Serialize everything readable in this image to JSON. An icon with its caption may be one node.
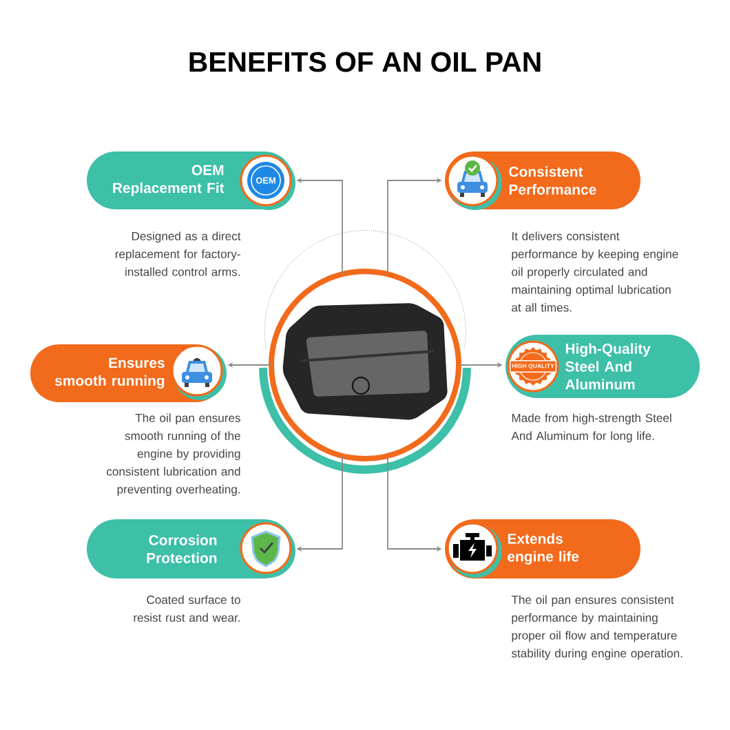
{
  "diagram": {
    "title": "BENEFITS OF AN OIL PAN",
    "nodes": [
      {
        "text": [],
        "shape": "picture"
      },
      {
        "text": [
          "OEM Replacement Fit"
        ],
        "beside": [
          "Designed as a direct replacement for factory-installed control arms."
        ]
      },
      {
        "text": [
          "Consistent Performance"
        ],
        "beside": [
          "It delivers consistent performance by keeping engine oil properly circulated and maintaining optimal lubrication at all times."
        ]
      },
      {
        "text": [
          "Ensures smooth running"
        ],
        "beside": [
          "The oil pan ensures smooth running of the engine by providing consistent lubrication and preventing overheating."
        ]
      },
      {
        "text": [
          "High-Quality Steel And Aluminum"
        ],
        "beside": [
          "Made from high-strength Steel And Aluminum for long life."
        ]
      },
      {
        "text": [
          "Corrosion Protection"
        ],
        "beside": [
          "Coated surface to resist rust and wear."
        ]
      },
      {
        "text": [
          "Extends engine life"
        ],
        "beside": [
          "The oil pan ensures consistent performance by maintaining proper oil flow and temperature stability during engine operation."
        ]
      }
    ],
    "edges": [
      {
        "from": 0,
        "to": 1,
        "arrow": "to"
      },
      {
        "from": 0,
        "to": 2,
        "arrow": "to"
      },
      {
        "from": 0,
        "to": 3,
        "arrow": "to"
      },
      {
        "from": 0,
        "to": 4,
        "arrow": "to"
      },
      {
        "from": 0,
        "to": 5,
        "arrow": "to"
      },
      {
        "from": 0,
        "to": 6,
        "arrow": "to"
      }
    ],
    "labels": [
      "OEM",
      "HIGH QUALITY"
    ]
  }
}
